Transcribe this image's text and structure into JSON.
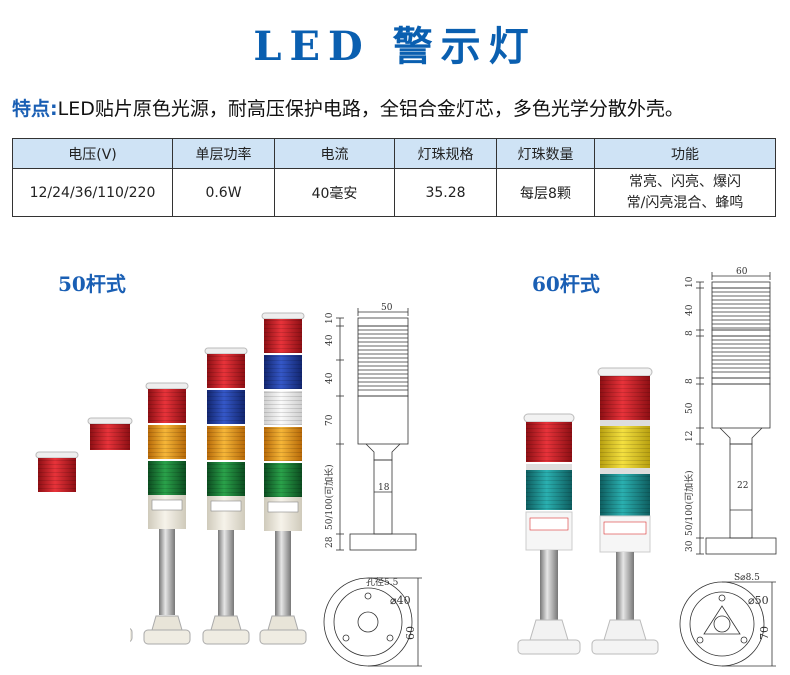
{
  "title": "LED 警示灯",
  "features": {
    "label": "特点:",
    "text": "LED贴片原色光源，耐高压保护电路，全铝合金灯芯，多色光学分散外壳。"
  },
  "spec_table": {
    "headers": [
      "电压(V)",
      "单层功率",
      "电流",
      "灯珠规格",
      "灯珠数量",
      "功能"
    ],
    "row": {
      "voltage": "12/24/36/110/220",
      "power": "0.6W",
      "current": "40毫安",
      "bead_spec": "35.28",
      "bead_count": "每层8颗",
      "function_line1": "常亮、闪亮、爆闪",
      "function_line2": "常/闪亮混合、蜂鸣"
    }
  },
  "models": {
    "m50": {
      "label": "50杆式",
      "dims": {
        "width": "50",
        "cap": "10",
        "layer1": "40",
        "layer2": "40",
        "base_section": "70",
        "pole_width": "18",
        "pole_len": "50/100(可加长)",
        "foot": "28",
        "hole": "孔径5.5",
        "circle": "⌀40",
        "base_height": "60"
      }
    },
    "m60": {
      "label": "60杆式",
      "dims": {
        "width": "60",
        "cap": "10",
        "layer1": "40",
        "gap1": "8",
        "gap2": "8",
        "base_section": "50",
        "neck": "12",
        "pole_width": "22",
        "pole_len": "50/100(可加长)",
        "foot": "30",
        "hole": "S⌀8.5",
        "circle": "⌀50",
        "base_height": "70"
      }
    }
  },
  "colors": {
    "title_blue": "#0a5fb0",
    "header_bg": "#cfe3f5",
    "red": "#d8202a",
    "amber": "#f0a020",
    "green": "#1e8a3a",
    "blue": "#1f3fa8",
    "white_layer": "#eeeeee",
    "body_cream": "#f2efe6",
    "teal": "#1e9a9a"
  }
}
